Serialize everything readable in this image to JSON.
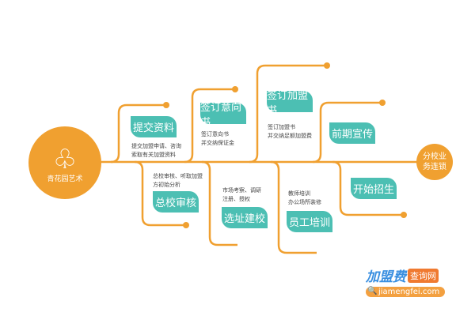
{
  "colors": {
    "orange": "#f0a030",
    "teal": "#4cbfb3"
  },
  "logo": {
    "text": "青花园艺术"
  },
  "end": {
    "text": "分校业务连锁"
  },
  "steps": [
    {
      "label": "提交资料",
      "desc": "提交加盟申请、咨询\n索取有关加盟资料"
    },
    {
      "label": "签订意向书",
      "desc": "签订意向书\n并交纳保证金"
    },
    {
      "label": "签订加盟书",
      "desc": "签订加盟书\n并交纳足额加盟费"
    },
    {
      "label": "前期宣传",
      "desc": ""
    },
    {
      "label": "总校审核",
      "desc": "总校审核、听取加盟\n方初始分析"
    },
    {
      "label": "选址建校",
      "desc": "市场考察、调研\n注册、授权"
    },
    {
      "label": "员工培训",
      "desc": "教师培训\n办公场所装修"
    },
    {
      "label": "开始招生",
      "desc": ""
    }
  ],
  "watermark": {
    "brand": "加盟费",
    "tag": "查询网",
    "url": "jiamengfei.com"
  }
}
